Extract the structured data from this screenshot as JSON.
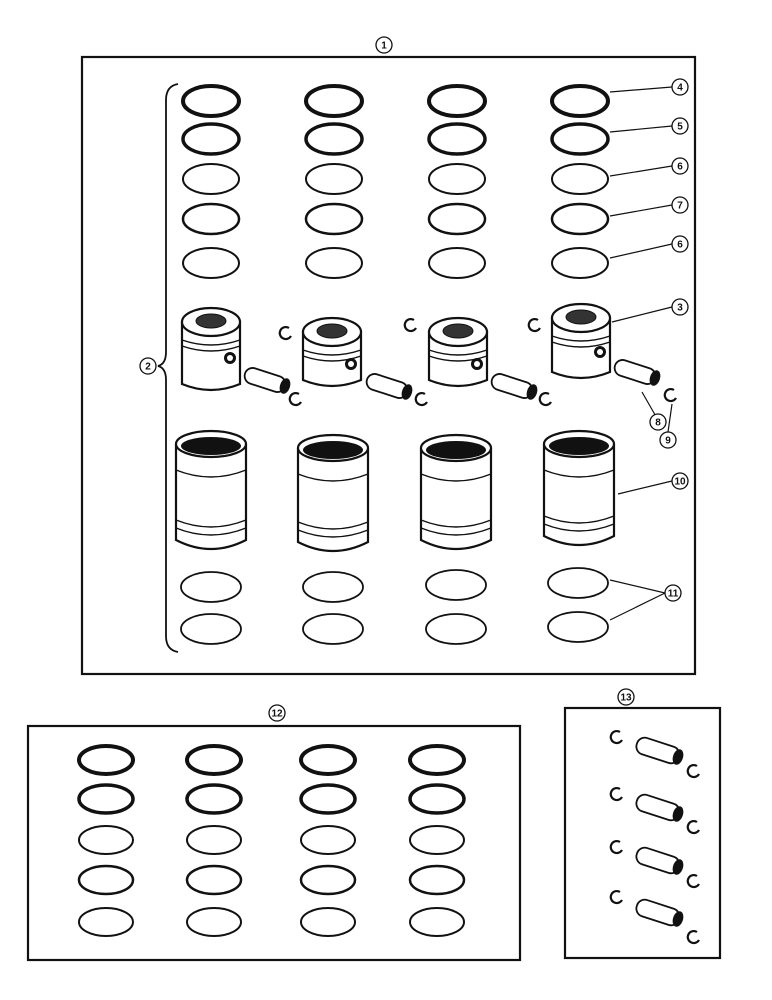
{
  "callouts": {
    "kit_main": "1",
    "engine_set": "2",
    "piston": "3",
    "ring_top": "4",
    "ring_second": "5",
    "ring_third": "6",
    "ring_oil": "7",
    "ring_lower": "6",
    "piston_pin": "8",
    "pin_retainer": "9",
    "cylinder_sleeve": "10",
    "sleeve_seal": "11",
    "ring_kit": "12",
    "pin_kit": "13"
  }
}
